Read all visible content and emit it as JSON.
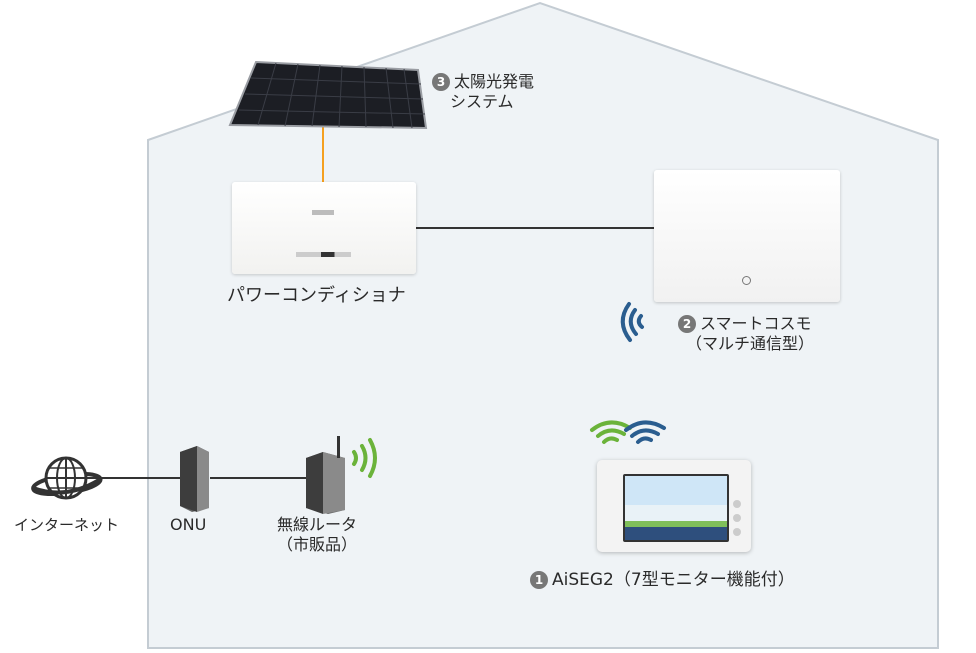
{
  "labels": {
    "solar_number": "3",
    "solar_line1": "太陽光発電",
    "solar_line2": "システム",
    "pcs": "パワーコンディショナ",
    "cosmo_number": "2",
    "cosmo_line1": "スマートコスモ",
    "cosmo_line2": "（マルチ通信型）",
    "internet": "インターネット",
    "onu": "ONU",
    "router_line1": "無線ルータ",
    "router_line2": "（市販品）",
    "aiseg_number": "1",
    "aiseg": "AiSEG2（7型モニター機能付）"
  },
  "colors": {
    "house_fill": "#eff3f6",
    "house_stroke": "#c4ccd3",
    "wire": "#333333",
    "solar_wire": "#f5a020",
    "wifi_blue": "#2a5d8f",
    "wifi_green": "#6bb33a"
  },
  "icons": [
    "solar-panel-icon",
    "globe-icon",
    "wifi-icon"
  ]
}
